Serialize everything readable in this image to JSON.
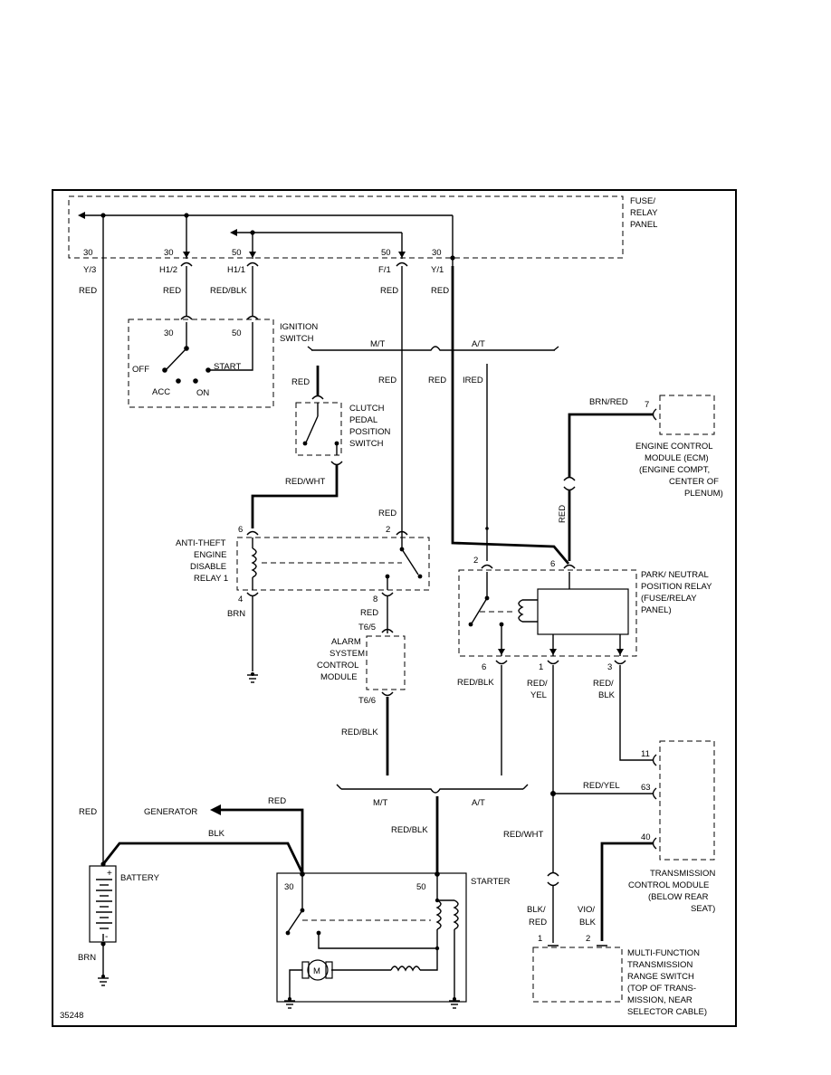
{
  "figure_id": "35248",
  "fuse_panel": {
    "label_lines": [
      "FUSE/",
      "RELAY",
      "PANEL"
    ],
    "terms": [
      "30",
      "30",
      "50",
      "50",
      "30"
    ],
    "pins": [
      "Y/3",
      "H1/2",
      "H1/1",
      "F/1",
      "Y/1"
    ]
  },
  "ignition": {
    "label_lines": [
      "IGNITION",
      "SWITCH"
    ],
    "t30": "30",
    "t50": "50",
    "off": "OFF",
    "acc": "ACC",
    "on": "ON",
    "start": "START"
  },
  "clutch": {
    "label_lines": [
      "CLUTCH",
      "PEDAL",
      "POSITION",
      "SWITCH"
    ]
  },
  "antitheft": {
    "label_lines": [
      "ANTI-THEFT",
      "ENGINE",
      "DISABLE",
      "RELAY 1"
    ],
    "pins": [
      "6",
      "2",
      "4",
      "8"
    ]
  },
  "alarm": {
    "label_lines": [
      "ALARM",
      "SYSTEM",
      "CONTROL",
      "MODULE"
    ],
    "pins": [
      "T6/5",
      "T6/6"
    ]
  },
  "ecm": {
    "label_lines": [
      "ENGINE CONTROL",
      "MODULE (ECM)",
      "(ENGINE COMPT,",
      "CENTER OF",
      "PLENUM)"
    ],
    "pin": "7"
  },
  "pnp": {
    "label_lines": [
      "PARK/ NEUTRAL",
      "POSITION RELAY",
      "(FUSE/RELAY",
      "PANEL)"
    ],
    "pins": [
      "2",
      "6",
      "6",
      "1",
      "3"
    ]
  },
  "tcm": {
    "label_lines": [
      "TRANSMISSION",
      "CONTROL MODULE",
      "(BELOW REAR",
      "SEAT)"
    ],
    "pins": [
      "11",
      "63",
      "40"
    ]
  },
  "mfs": {
    "label_lines": [
      "MULTI-FUNCTION",
      "TRANSMISSION",
      "RANGE SWITCH",
      "(TOP OF TRANS-",
      "MISSION, NEAR",
      "SELECTOR CABLE)"
    ],
    "pins": [
      "1",
      "2"
    ]
  },
  "battery": {
    "label": "BATTERY"
  },
  "starter": {
    "label": "STARTER",
    "t30": "30",
    "t50": "50",
    "motor": "M"
  },
  "generator": "GENERATOR",
  "split": {
    "mt": "M/T",
    "at": "A/T"
  },
  "wires": {
    "red": "RED",
    "red_blk": "RED/BLK",
    "red_wht": "RED/WHT",
    "brn": "BRN",
    "blk": "BLK",
    "brn_red": "BRN/RED",
    "red_yel": "RED/YEL",
    "red_yel_a": "RED/",
    "red_yel_b": "YEL",
    "red_blk_a": "RED/",
    "red_blk_b": "BLK",
    "blk_red_a": "BLK/",
    "blk_red_b": "RED",
    "vio_blk_a": "VIO/",
    "vio_blk_b": "BLK",
    "ired": "IRED"
  }
}
